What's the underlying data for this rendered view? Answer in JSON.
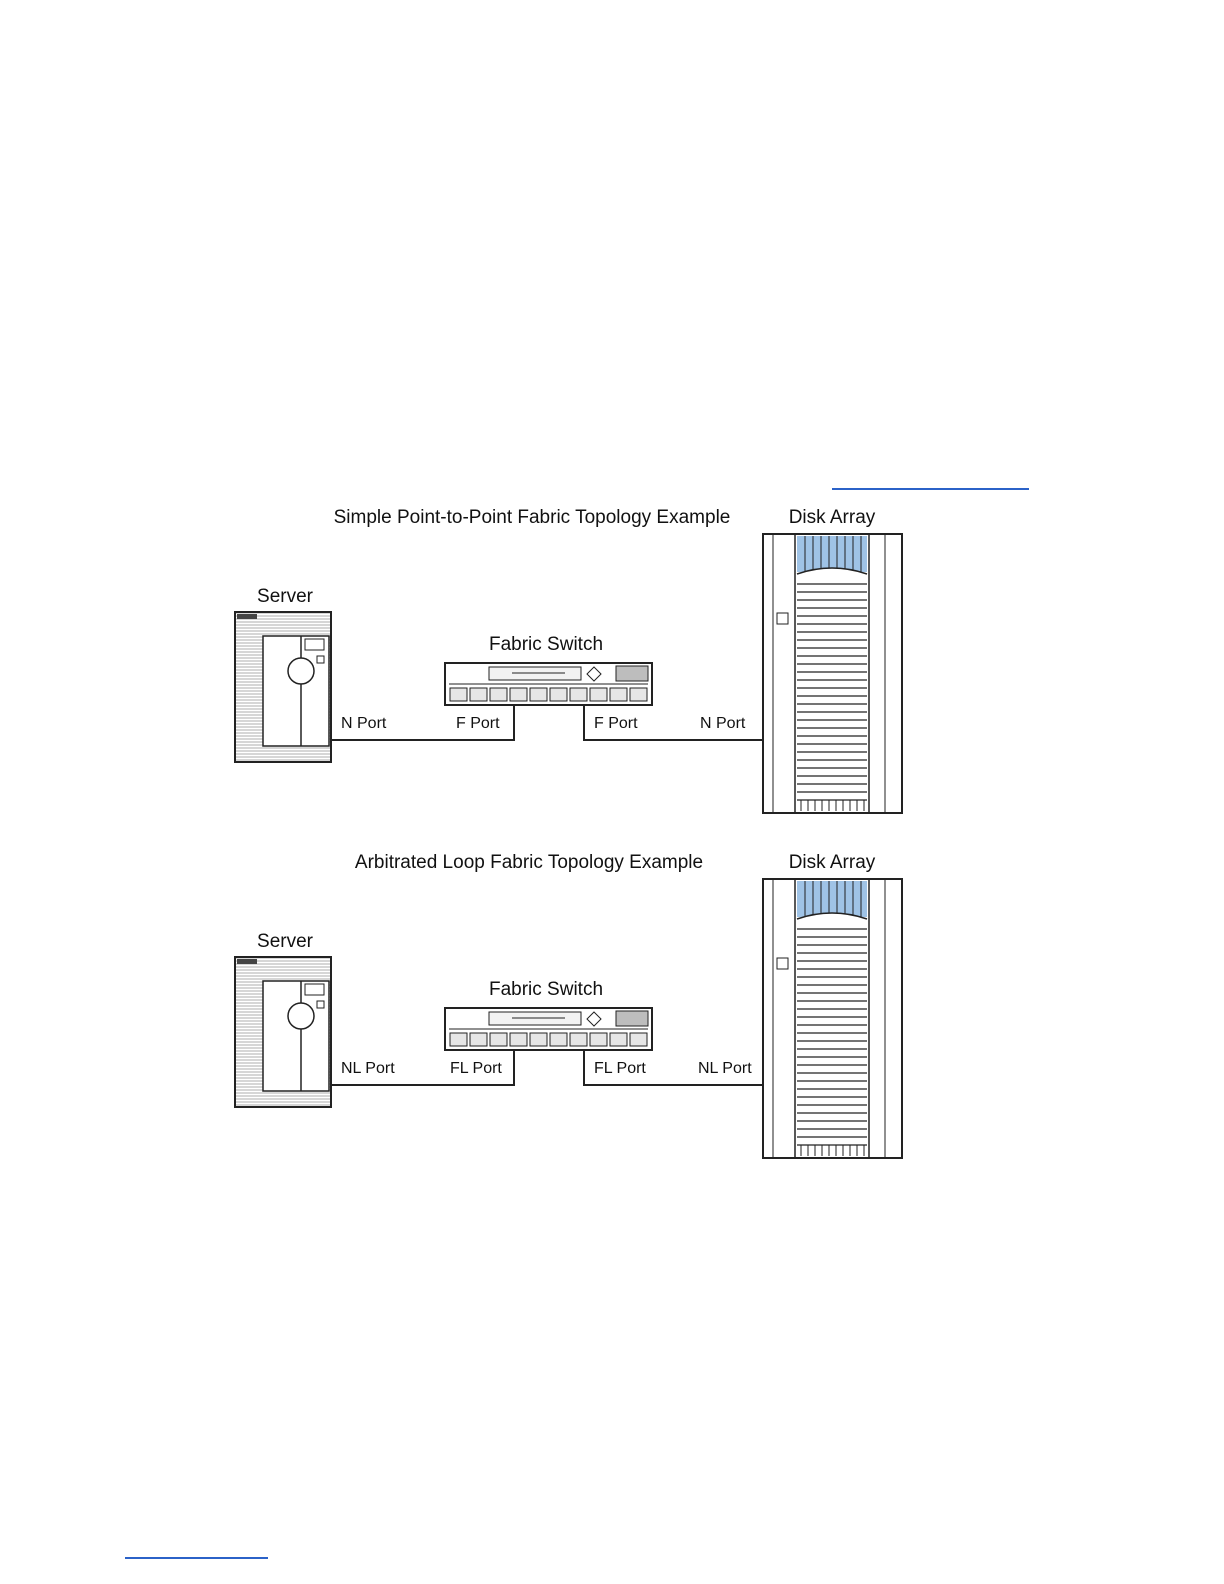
{
  "colors": {
    "link": "#2b62c8",
    "outline": "#222222",
    "disk_accent": "#9fc3e6",
    "background": "#ffffff"
  },
  "diagrams": [
    {
      "title": "Simple Point-to-Point Fabric Topology Example",
      "server_label": "Server",
      "switch_label": "Fabric Switch",
      "array_label": "Disk Array",
      "ports": {
        "server_port": "N Port",
        "switch_left_port": "F Port",
        "switch_right_port": "F Port",
        "array_port": "N Port"
      }
    },
    {
      "title": "Arbitrated Loop Fabric Topology Example",
      "server_label": "Server",
      "switch_label": "Fabric Switch",
      "array_label": "Disk Array",
      "ports": {
        "server_port": "NL Port",
        "switch_left_port": "FL Port",
        "switch_right_port": "FL Port",
        "array_port": "NL Port"
      }
    }
  ]
}
